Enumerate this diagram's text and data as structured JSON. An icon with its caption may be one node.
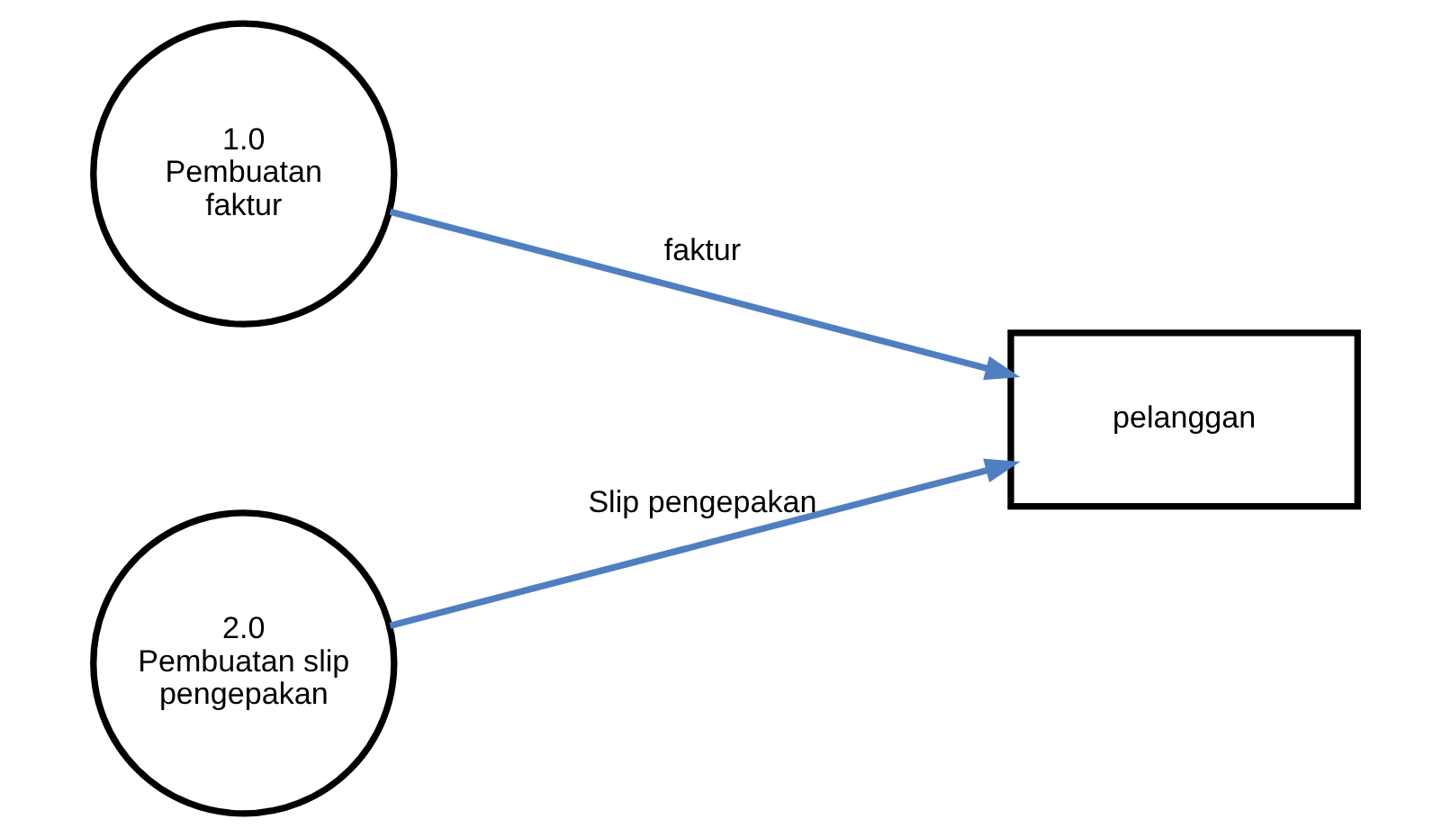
{
  "diagram": {
    "nodes": [
      {
        "text": [
          "1.0",
          "Pembuatan faktur"
        ]
      },
      {
        "text": [
          "2.0",
          "Pembuatan slip pengepakan"
        ]
      },
      {
        "text": [
          "pelanggan"
        ]
      }
    ],
    "edges": [
      {
        "from": 0,
        "to": 2,
        "arrow": "to",
        "label": "faktur"
      },
      {
        "from": 1,
        "to": 2,
        "arrow": "to",
        "label": "Slip pengepakan"
      }
    ]
  }
}
